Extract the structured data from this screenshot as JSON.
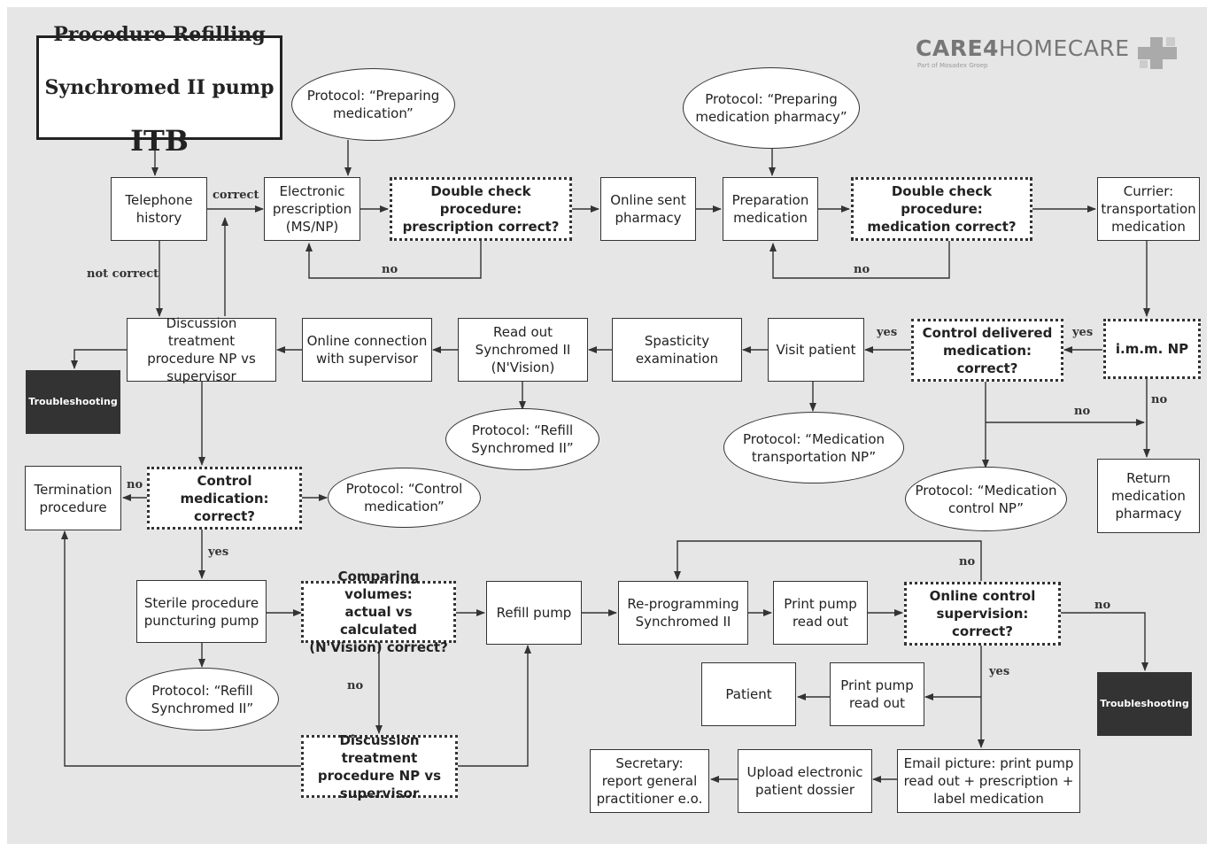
{
  "title": {
    "line1": "Procedure Refilling",
    "line2": "Synchromed II pump",
    "line3": "ITB"
  },
  "logo": {
    "brand_care": "CARE",
    "brand_4": "4",
    "brand_home": "HOMECARE",
    "subtitle": "Part of Mosadex Groep"
  },
  "nodes": {
    "telephone_history": "Telephone\nhistory",
    "electronic_prescription": "Electronic\nprescription\n(MS/NP)",
    "double_check_prescription": "Double check procedure:\nprescription correct?",
    "online_sent_pharmacy": "Online sent\npharmacy",
    "preparation_medication": "Preparation\nmedication",
    "double_check_medication": "Double check procedure:\nmedication correct?",
    "currier": "Currier:\ntransportation\nmedication",
    "imm_np": "i.m.m. NP",
    "control_delivered": "Control delivered\nmedication: correct?",
    "visit_patient": "Visit patient",
    "spasticity": "Spasticity\nexamination",
    "read_out": "Read out\nSynchromed II\n(N'Vision)",
    "online_connection": "Online connection\nwith supervisor",
    "discussion_top": "Discussion treatment\nprocedure NP vs\nsupervisor",
    "troubleshooting_left": "Troubleshooting",
    "return_medication": "Return\nmedication\npharmacy",
    "termination": "Termination\nprocedure",
    "control_medication": "Control medication:\ncorrect?",
    "sterile": "Sterile procedure\npuncturing pump",
    "comparing": "Comparing volumes:\nactual vs calculated\n(N'Vision) correct?",
    "refill_pump": "Refill pump",
    "reprogramming": "Re-programming\nSynchromed II",
    "print_pump_1": "Print pump\nread out",
    "online_control": "Online control\nsupervision: correct?",
    "troubleshooting_right": "Troubleshooting",
    "patient": "Patient",
    "print_pump_2": "Print pump\nread out",
    "email_picture": "Email picture: print pump\nread out + prescription +\nlabel medication",
    "upload": "Upload electronic\npatient dossier",
    "secretary": "Secretary:\nreport general\npractitioner e.o.",
    "discussion_bottom": "Discussion treatment\nprocedure NP vs\nsupervisor"
  },
  "protocols": {
    "preparing_medication": "Protocol: “Preparing\nmedication”",
    "preparing_medication_pharmacy": "Protocol: “Preparing\nmedication pharmacy”",
    "refill_top": "Protocol: “Refill\nSynchromed II”",
    "medication_transportation": "Protocol: “Medication\ntransportation NP”",
    "medication_control": "Protocol: “Medication\ncontrol NP”",
    "control_medication": "Protocol: “Control\nmedication”",
    "refill_bottom": "Protocol: “Refill\nSynchromed II”"
  },
  "labels": {
    "correct": "correct",
    "not_correct": "not correct",
    "no": "no",
    "yes": "yes"
  },
  "colors": {
    "background": "#e6e6e6",
    "line": "#333333",
    "dark_box": "#333333"
  }
}
